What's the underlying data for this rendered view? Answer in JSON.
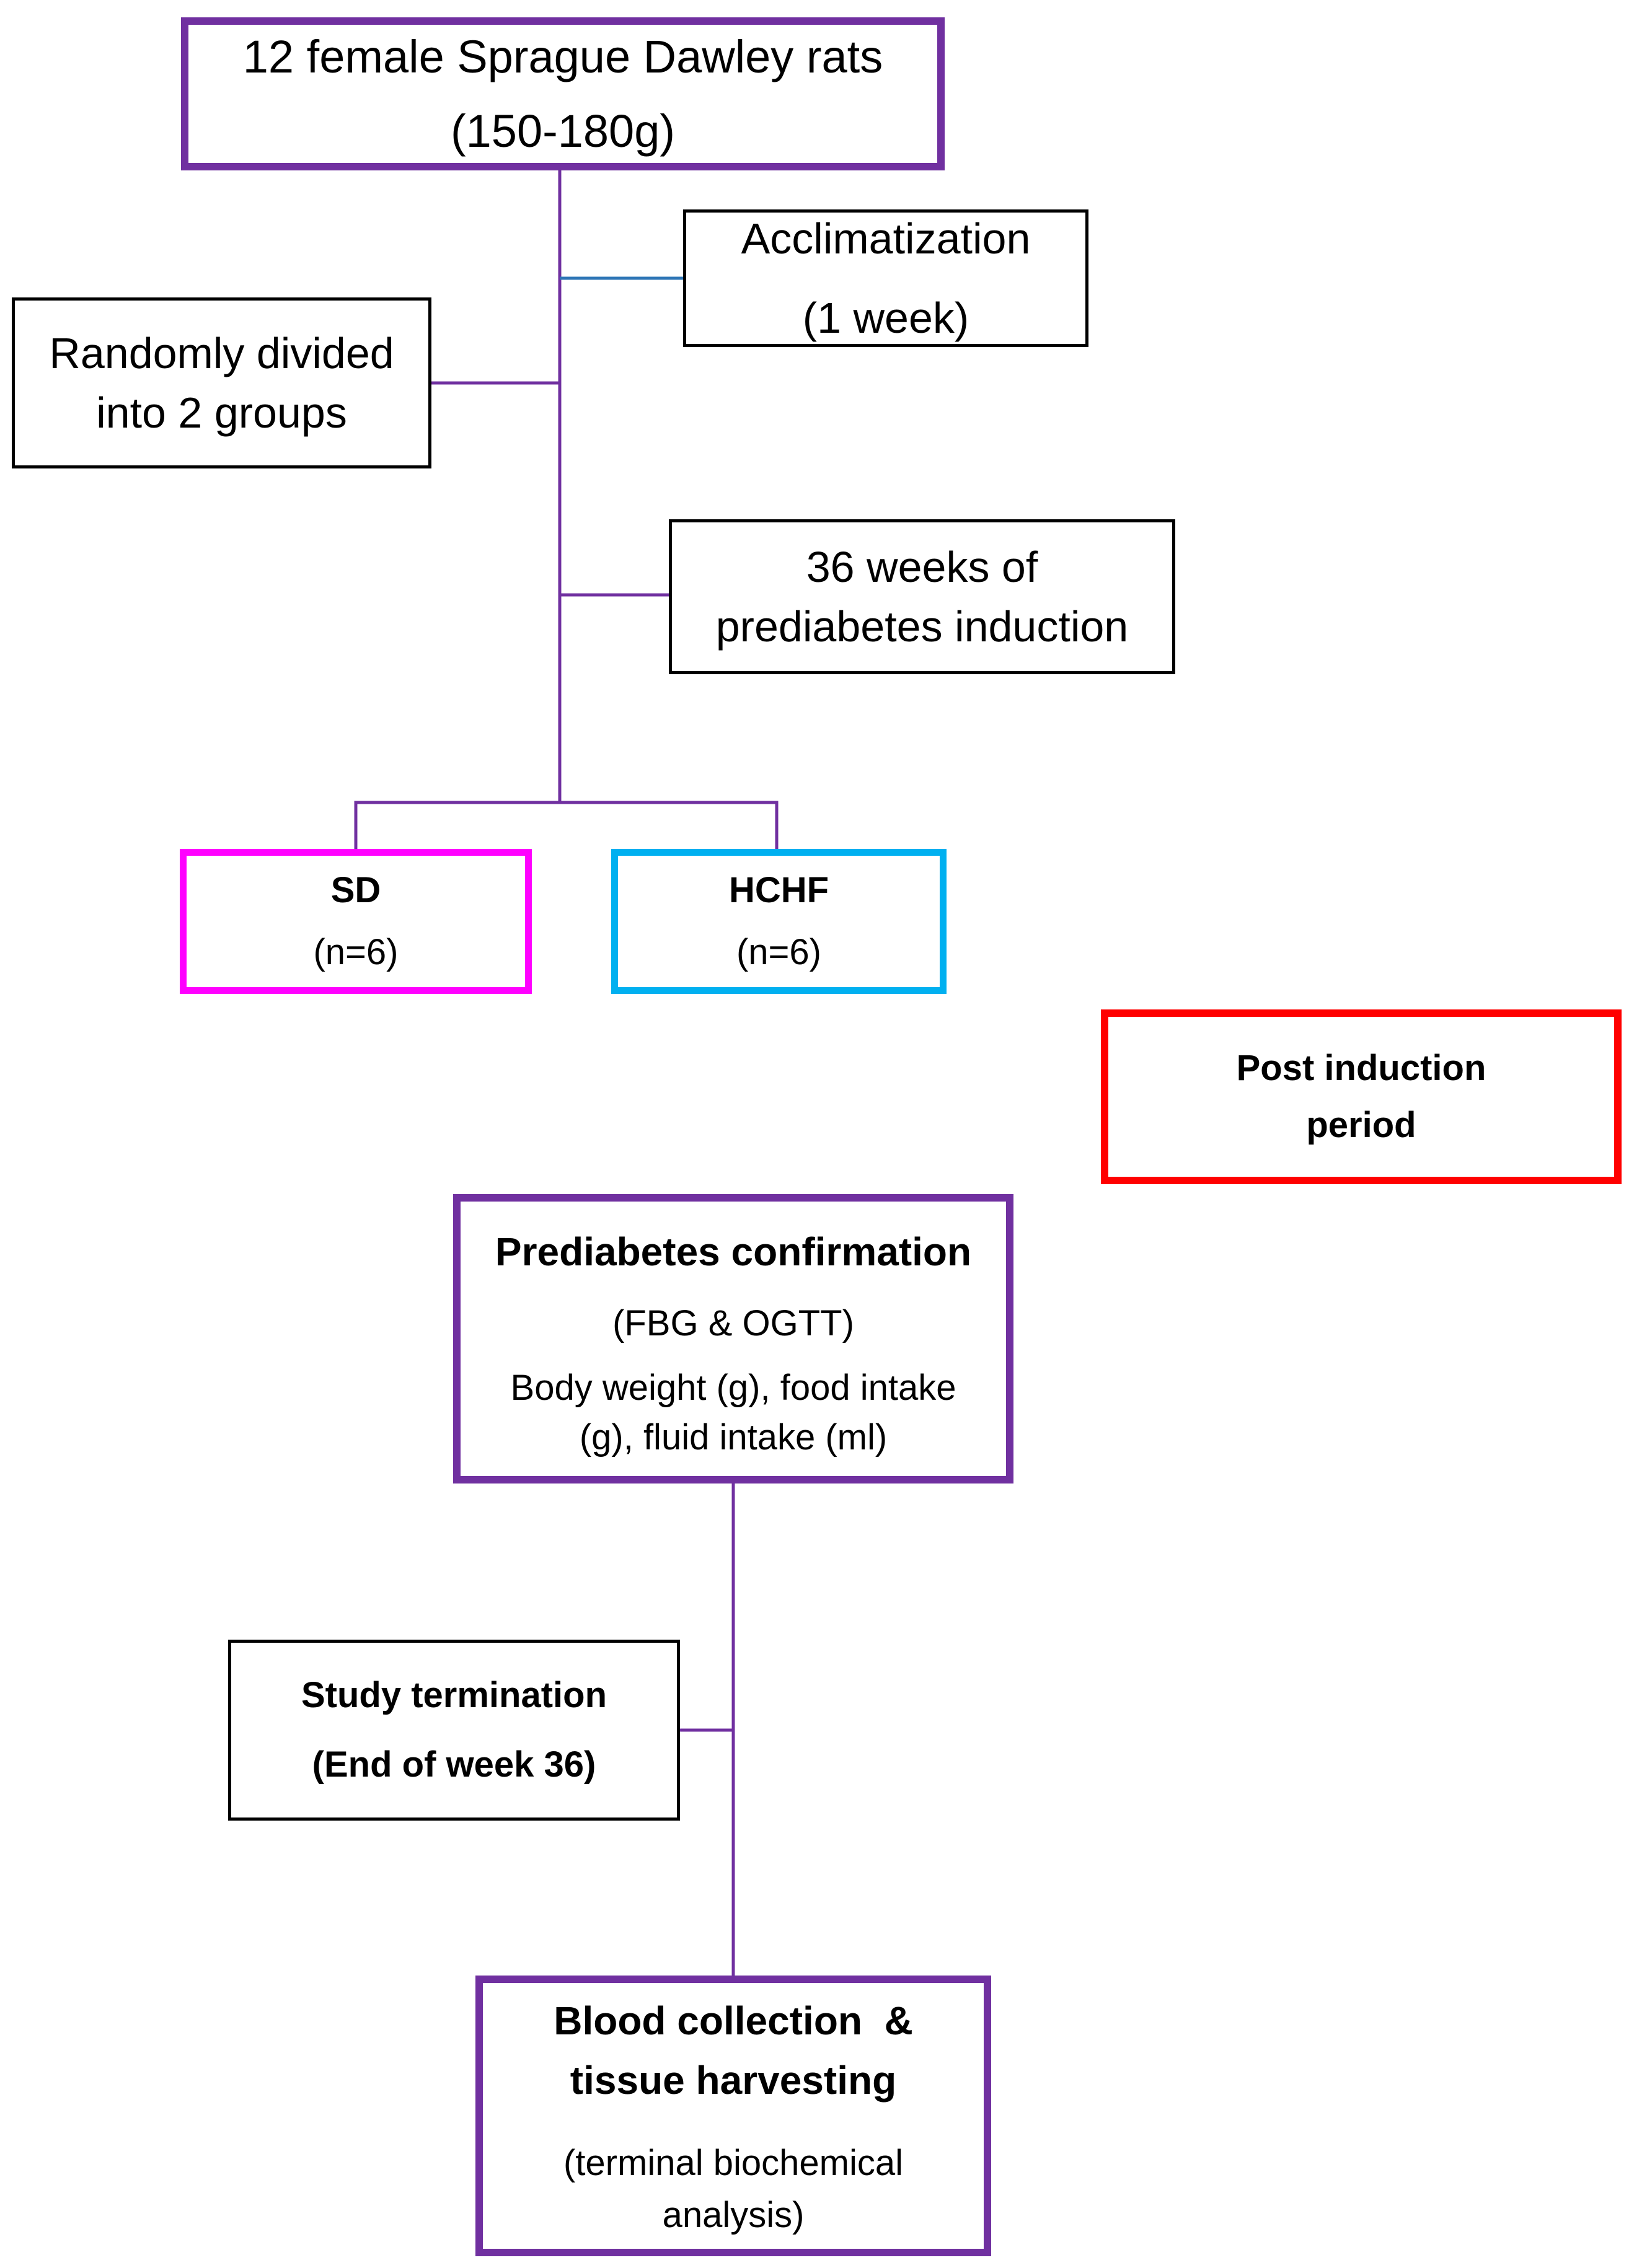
{
  "colors": {
    "purple": "#7030a0",
    "magenta": "#ff00ff",
    "cyan": "#00b0f0",
    "red": "#ff0000",
    "acclimatization_connector": "#2e75b6",
    "text": "#000000"
  },
  "flowchart": {
    "start": {
      "line1": "12 female Sprague Dawley rats",
      "line2": "(150-180g)"
    },
    "acclimatization": {
      "line1": "Acclimatization",
      "line2": "(1 week)"
    },
    "randomization": {
      "line1": "Randomly divided",
      "line2": "into 2 groups"
    },
    "induction": {
      "line1": "36 weeks of",
      "line2": "prediabetes induction"
    },
    "group_sd": {
      "name": "SD",
      "n": "(n=6)"
    },
    "group_hchf": {
      "name": "HCHF",
      "n": "(n=6)"
    },
    "post_induction": {
      "line1": "Post induction",
      "line2": "period"
    },
    "confirmation": {
      "title": "Prediabetes confirmation",
      "tests": "(FBG & OGTT)",
      "measures_line1": "Body weight (g), food intake",
      "measures_line2": "(g), fluid intake (ml)"
    },
    "termination": {
      "line1": "Study termination",
      "line2": "(End of week 36)"
    },
    "collection": {
      "title_line1": "Blood collection  &",
      "title_line2": "tissue harvesting",
      "note_line1": "(terminal biochemical",
      "note_line2": "analysis)"
    }
  }
}
